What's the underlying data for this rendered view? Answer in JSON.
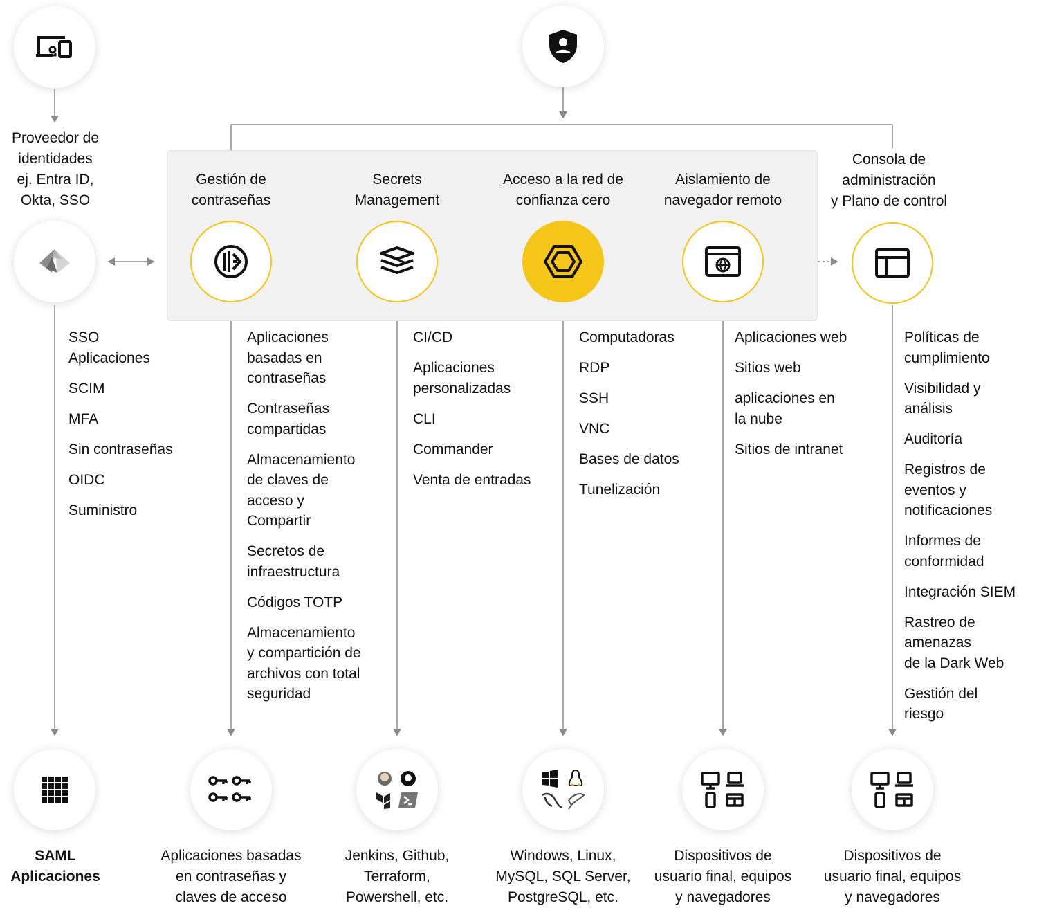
{
  "identity_provider": {
    "title": "Proveedor de\nidentidades\nej. Entra ID,\nOkta, SSO",
    "items": [
      "SSO\nAplicaciones",
      "SCIM",
      "MFA",
      "Sin contraseñas",
      "OIDC",
      "Suministro"
    ],
    "icon": "devices-icon",
    "logo": "entra-id-logo"
  },
  "top_node": {
    "icon": "shield-user-icon"
  },
  "products": [
    {
      "title": "Gestión de\ncontraseñas",
      "icon": "keeper-logo-icon",
      "items": [
        "Aplicaciones\nbasadas en\ncontraseñas",
        "Contraseñas\ncompartidas",
        "Almacenamiento\nde claves de\nacceso y\nCompartir",
        "Secretos de\ninfraestructura",
        "Códigos TOTP",
        "Almacenamiento\ny compartición de\narchivos con total\nseguridad"
      ]
    },
    {
      "title": "Secrets\nManagement",
      "icon": "secrets-stack-icon",
      "items": [
        "CI/CD",
        "Aplicaciones\npersonalizadas",
        "CLI",
        "Commander",
        "Venta de entradas"
      ]
    },
    {
      "title": "Acceso a la red de\nconfianza cero",
      "icon": "hexagon-icon",
      "items": [
        "Computadoras",
        "RDP",
        "SSH",
        "VNC",
        "Bases de datos",
        "Tunelización"
      ]
    },
    {
      "title": "Aislamiento de\nnavegador remoto",
      "icon": "browser-globe-icon",
      "items": [
        "Aplicaciones web",
        "Sitios web",
        "aplicaciones en\nla nube",
        "Sitios de intranet"
      ]
    }
  ],
  "console": {
    "title": "Consola de\nadministración\ny Plano de control",
    "icon": "layout-panel-icon",
    "items": [
      "Políticas de\ncumplimiento",
      "Visibilidad y\nanálisis",
      "Auditoría",
      "Registros de\neventos y\nnotificaciones",
      "Informes de\nconformidad",
      "Integración SIEM",
      "Rastreo de\namenazas\nde la Dark Web",
      "Gestión del\nriesgo"
    ]
  },
  "bottom": [
    {
      "label": "SAML\nAplicaciones",
      "icon": "app-grid-icon"
    },
    {
      "label": "Aplicaciones basadas\nen contraseñas y\nclaves de acceso",
      "icon": "keys-icon"
    },
    {
      "label": "Jenkins, Github,\nTerraform,\nPowershell, etc.",
      "icon": "devops-tools-icon"
    },
    {
      "label": "Windows, Linux,\nMySQL, SQL Server,\nPostgreSQL, etc.",
      "icon": "os-db-icon"
    },
    {
      "label": "Dispositivos de\nusuario final, equipos\ny navegadores",
      "icon": "end-user-devices-icon"
    },
    {
      "label": "Dispositivos de\nusuario final, equipos\ny navegadores",
      "icon": "end-user-devices-icon"
    }
  ],
  "colors": {
    "accent": "#f5c518",
    "panel": "#f2f2f2",
    "line": "#8a8a8a"
  }
}
